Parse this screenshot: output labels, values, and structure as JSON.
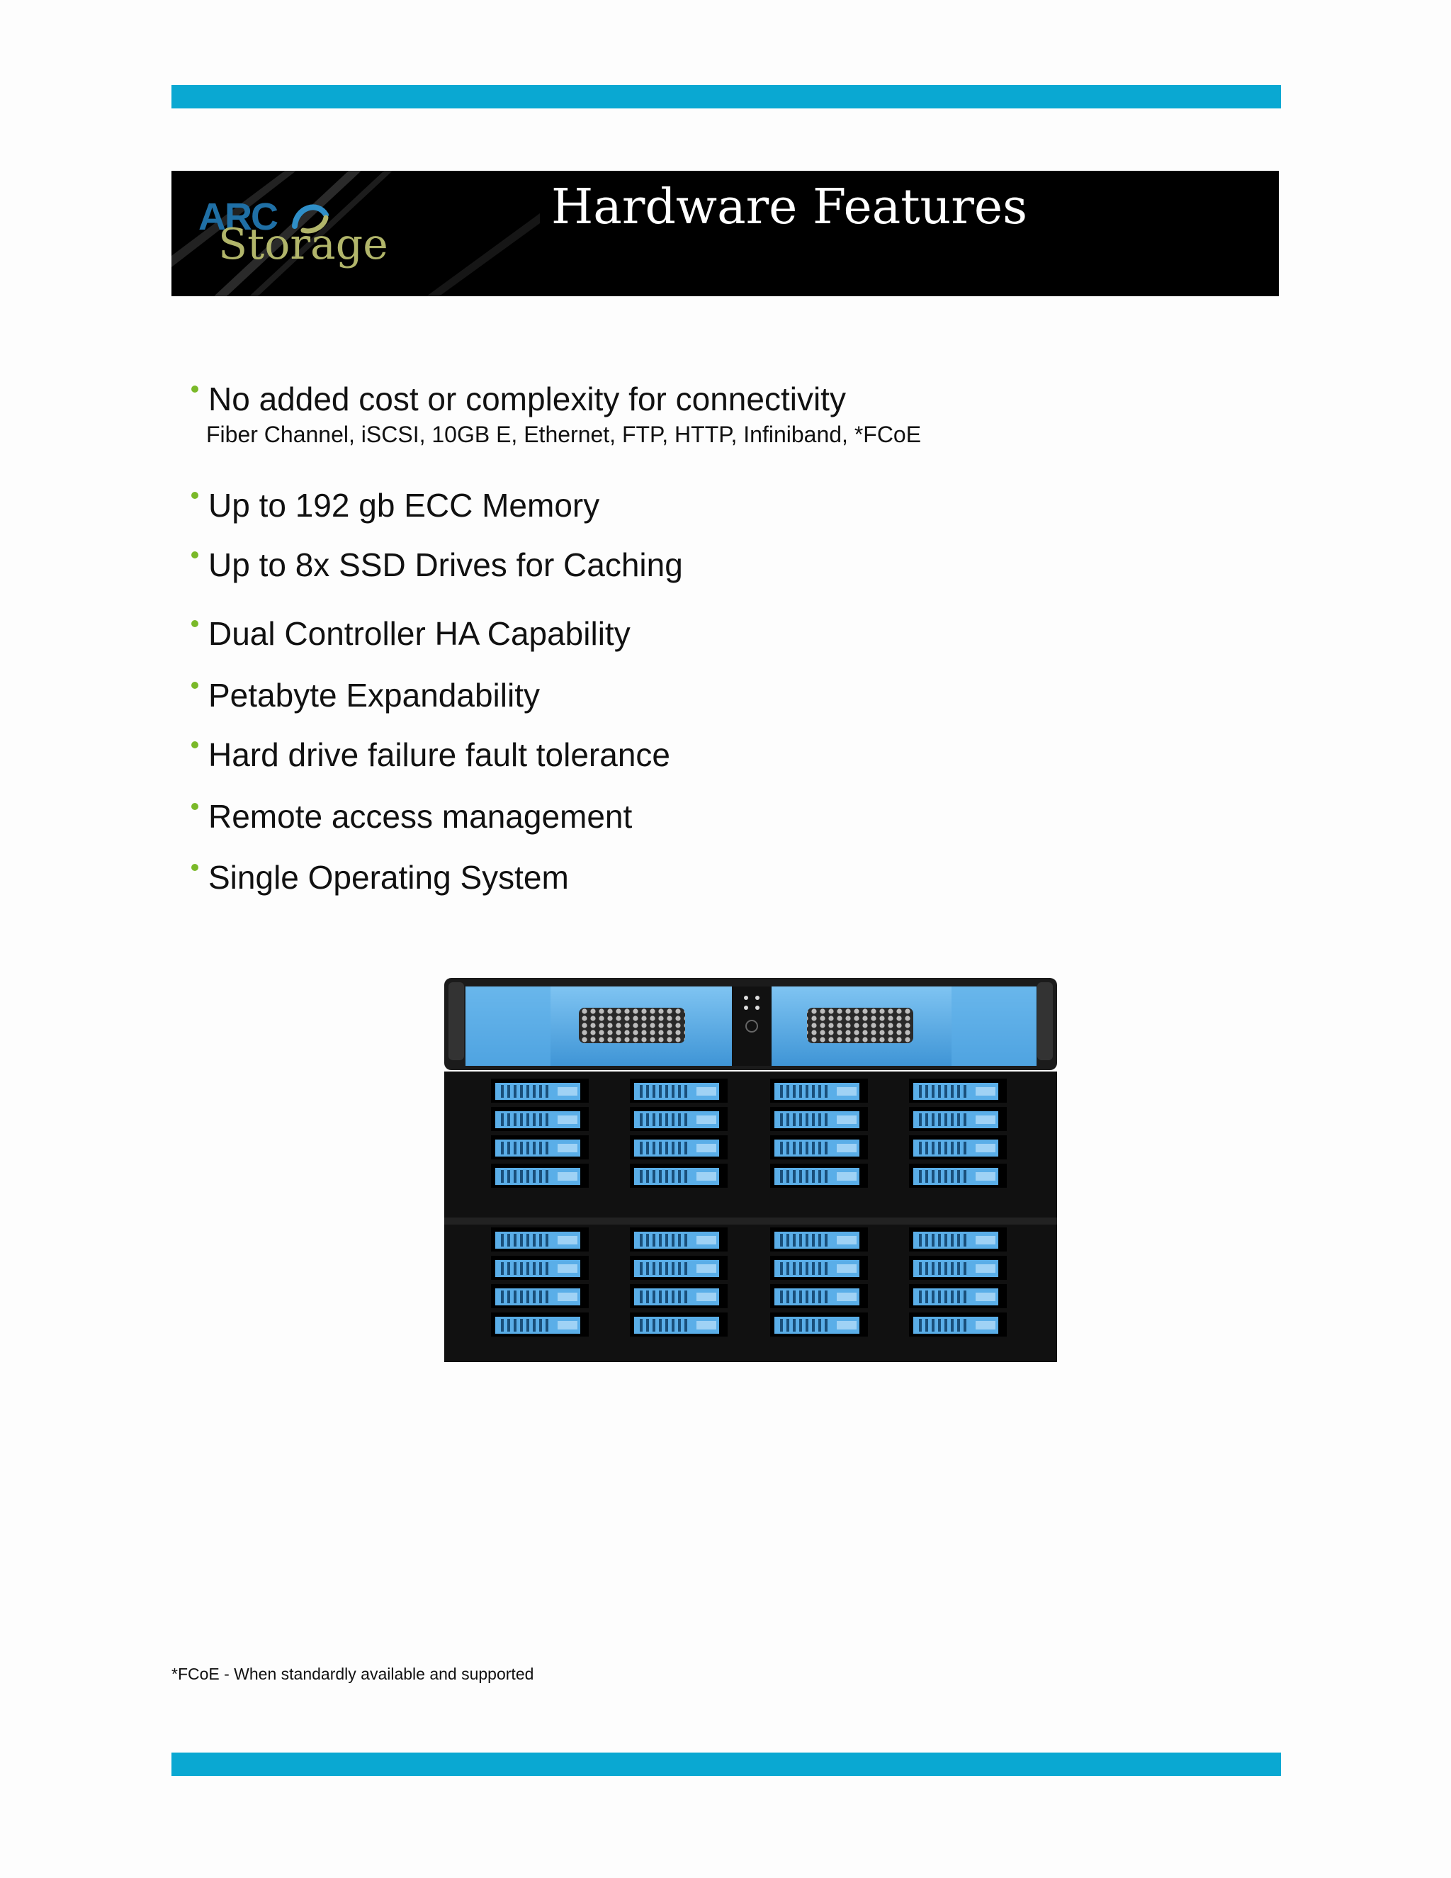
{
  "header": {
    "title": "Hardware Features",
    "logo": {
      "line1": "ARC",
      "line2": "Storage"
    }
  },
  "features": {
    "items": [
      "No added cost or complexity for connectivity",
      "Up to 192 gb ECC Memory",
      "Up to 8x SSD Drives for Caching",
      "Dual Controller HA Capability",
      "Petabyte Expandability",
      "Hard drive failure fault tolerance",
      "Remote access management",
      "Single Operating System"
    ],
    "connectivity_detail": "Fiber Channel, iSCSI, 10GB E, Ethernet, FTP, HTTP, Infiniband, *FCoE"
  },
  "footnote": "*FCoE - When standardly available and supported",
  "colors": {
    "accent_bar": "#0aa8d2",
    "bullet": "#7ab929",
    "header_bg": "#000000",
    "drive_blue": "#5aaee8"
  },
  "image": {
    "subject": "rack-storage-server-icon"
  }
}
